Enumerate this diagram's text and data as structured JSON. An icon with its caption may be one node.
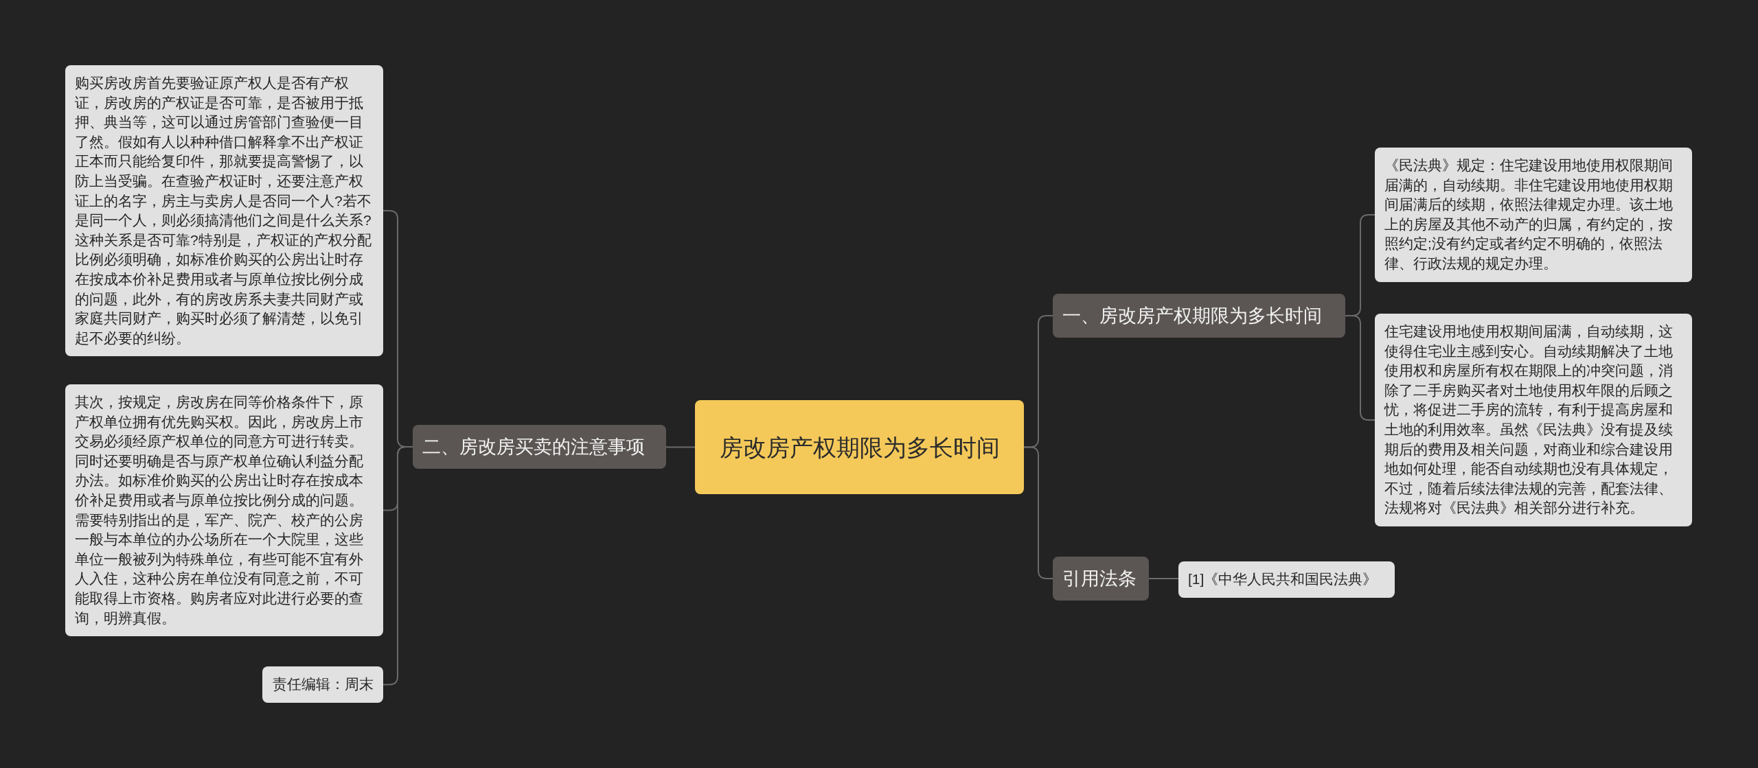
{
  "diagram": {
    "nodes": [
      {
        "text": [
          "房改房产权期限为多长时间"
        ]
      },
      {
        "text": [
          "二、房改房买卖的注意事项"
        ]
      },
      {
        "text": [
          "购买房改房首先要验证原产权人是否有产权证，房改房的产权证是否可靠，是否被用于抵押、典当等，这可以通过房管部门查验便一目了然。假如有人以种种借口解释拿不出产权证正本而只能给复印件，那就要提高警惕了，以防上当受骗。在查验产权证时，还要注意产权证上的名字，房主与卖房人是否同一个人?若不是同一个人，则必须搞清他们之间是什么关系?这种关系是否可靠?特别是，产权证的产权分配比例必须明确，如标准价购买的公房出让时存在按成本价补足费用或者与原单位按比例分成的问题，此外，有的房改房系夫妻共同财产或家庭共同财产，购买时必须了解清楚，以免引起不必要的纠纷。"
        ]
      },
      {
        "text": [
          "其次，按规定，房改房在同等价格条件下，原产权单位拥有优先购买权。因此，房改房上市交易必须经原产权单位的同意方可进行转卖。同时还要明确是否与原产权单位确认利益分配办法。如标准价购买的公房出让时存在按成本价补足费用或者与原单位按比例分成的问题。需要特别指出的是，军产、院产、校产的公房一般与本单位的办公场所在一个大院里，这些单位一般被列为特殊单位，有些可能不宜有外人入住，这种公房在单位没有同意之前，不可能取得上市资格。购房者应对此进行必要的查询，明辨真假。"
        ]
      },
      {
        "text": [
          "责任编辑：周末"
        ]
      },
      {
        "text": [
          "一、房改房产权期限为多长时间"
        ]
      },
      {
        "text": [
          "《民法典》规定：住宅建设用地使用权限期间届满的，自动续期。非住宅建设用地使用权期间届满后的续期，依照法律规定办理。该土地上的房屋及其他不动产的归属，有约定的，按照约定;没有约定或者约定不明确的，依照法律、行政法规的规定办理。"
        ]
      },
      {
        "text": [
          "住宅建设用地使用权期间届满，自动续期，这使得住宅业主感到安心。自动续期解决了土地使用权和房屋所有权在期限上的冲突问题，消除了二手房购买者对土地使用权年限的后顾之忧，将促进二手房的流转，有利于提高房屋和土地的利用效率。虽然《民法典》没有提及续期后的费用及相关问题，对商业和综合建设用地如何处理，能否自动续期也没有具体规定，不过，随着后续法律法规的完善，配套法律、法规将对《民法典》相关部分进行补充。"
        ]
      },
      {
        "text": [
          "引用法条"
        ]
      },
      {
        "text": [
          "[1]《中华人民共和国民法典》"
        ]
      }
    ],
    "edges": [
      {
        "from": 0,
        "to": 1,
        "arrow": "none"
      },
      {
        "from": 1,
        "to": 2,
        "arrow": "none"
      },
      {
        "from": 1,
        "to": 3,
        "arrow": "none"
      },
      {
        "from": 1,
        "to": 4,
        "arrow": "none"
      },
      {
        "from": 0,
        "to": 5,
        "arrow": "none"
      },
      {
        "from": 5,
        "to": 6,
        "arrow": "none"
      },
      {
        "from": 5,
        "to": 7,
        "arrow": "none"
      },
      {
        "from": 0,
        "to": 8,
        "arrow": "none"
      },
      {
        "from": 8,
        "to": 9,
        "arrow": "none"
      }
    ]
  }
}
